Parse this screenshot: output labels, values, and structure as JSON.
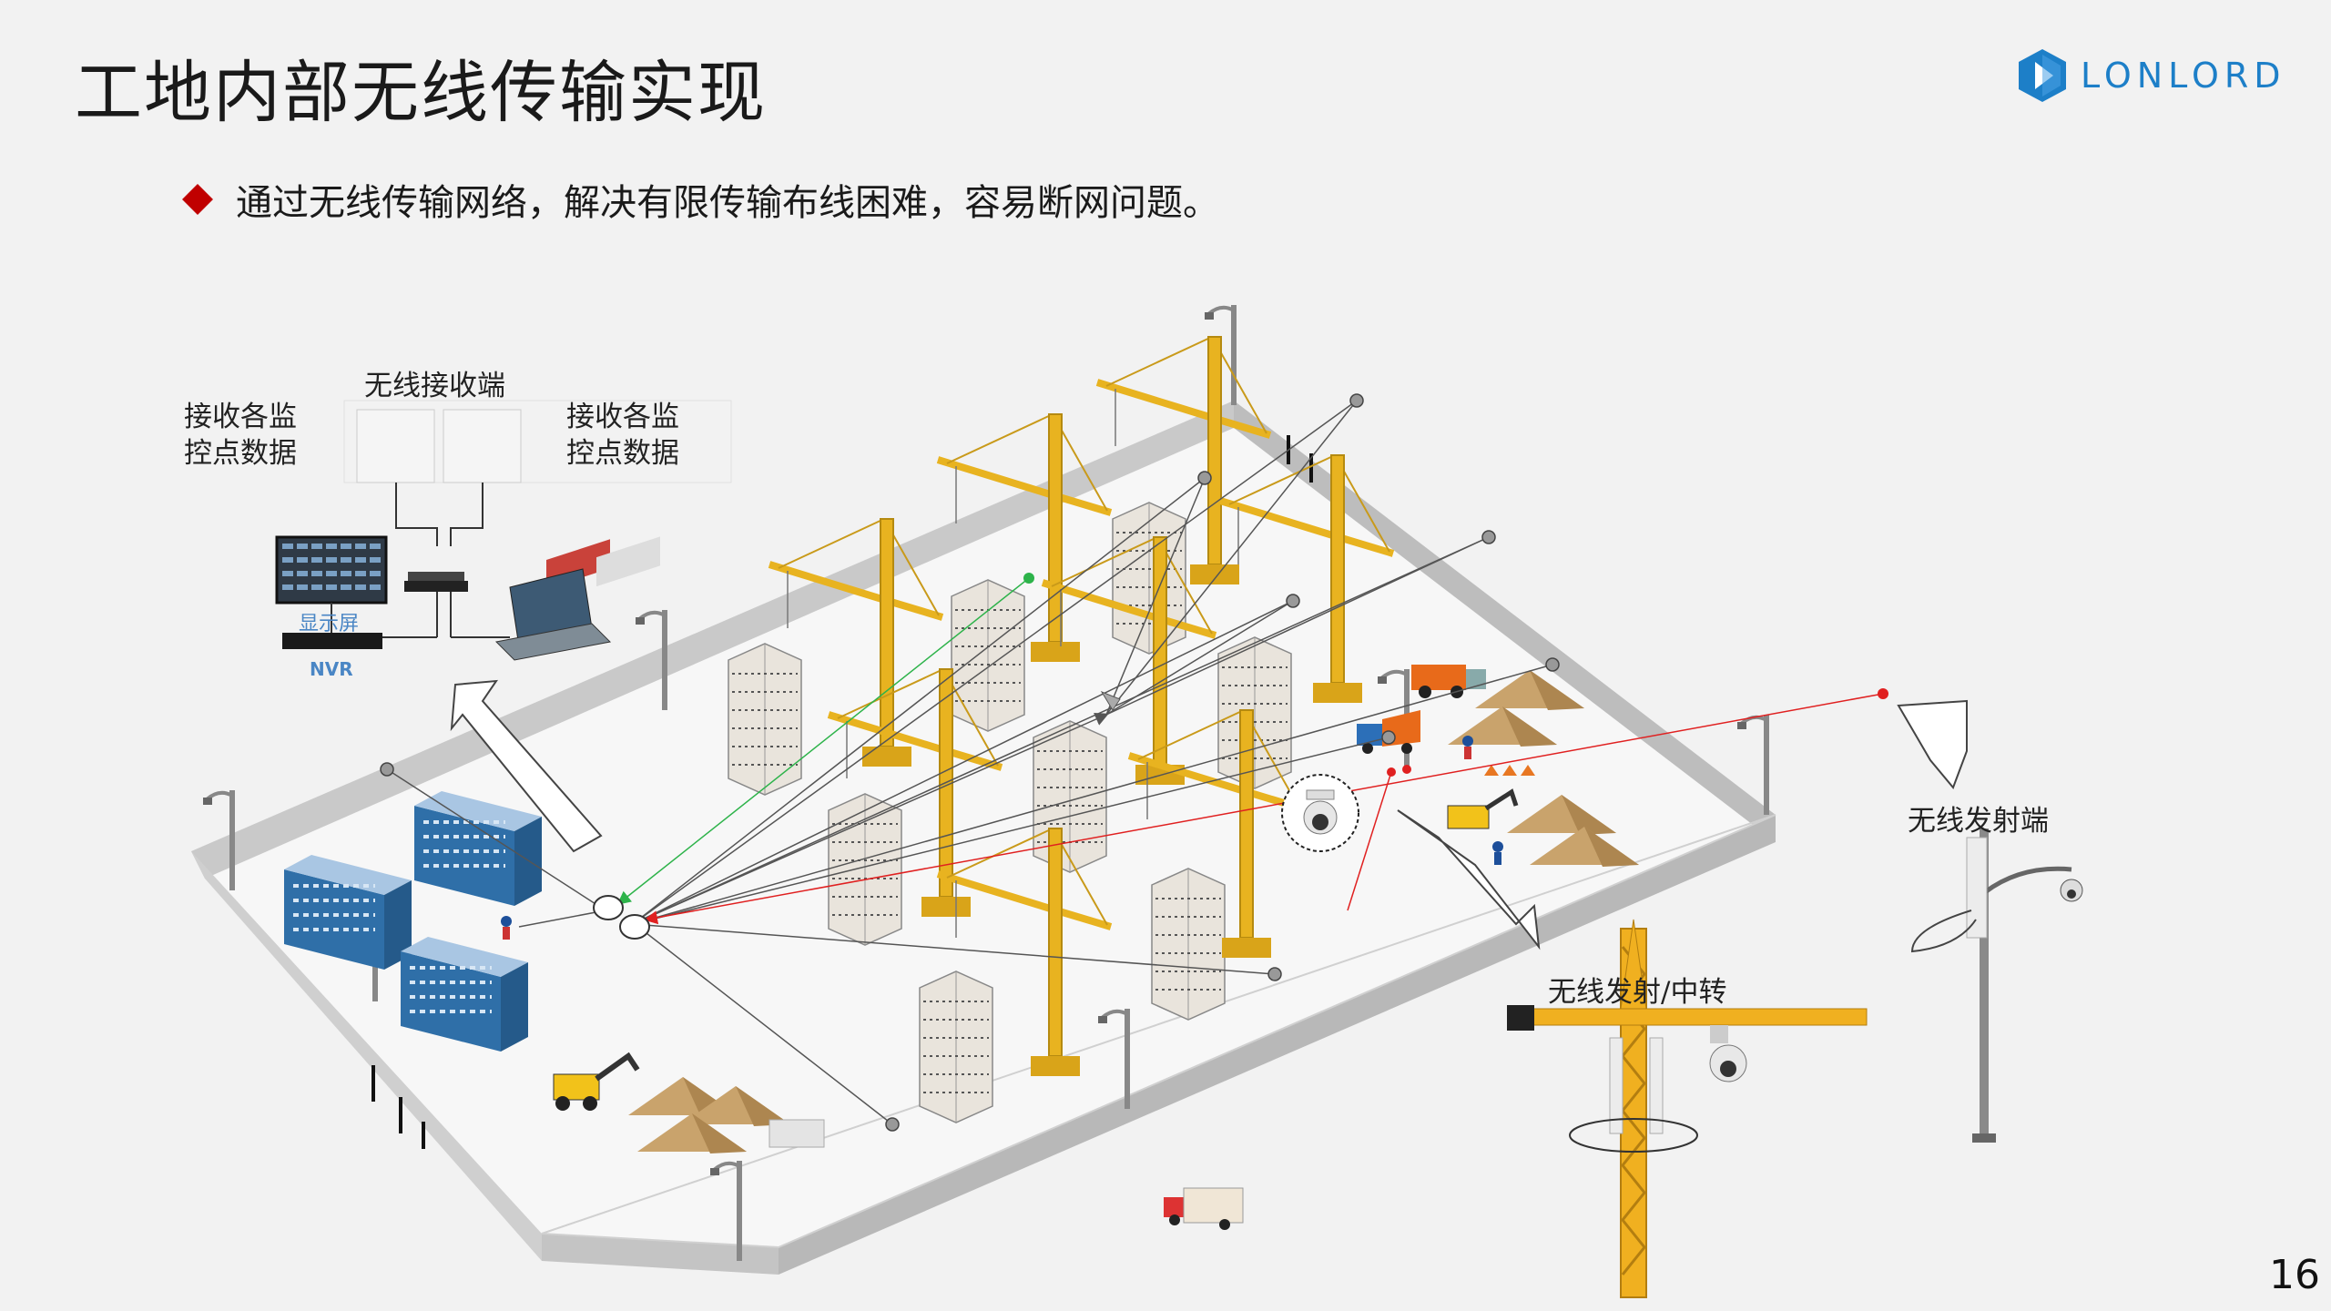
{
  "title": "工地内部无线传输实现",
  "logo": {
    "text": "LONLORD",
    "color": "#1d7fc8"
  },
  "bullet": {
    "text": "通过无线传输网络，解决有限传输布线困难，容易断网问题。",
    "color": "#c00000"
  },
  "labels": {
    "wireless_receiver": "无线接收端",
    "receive_left_line1": "接收各监",
    "receive_left_line2": "控点数据",
    "receive_right_line1": "接收各监",
    "receive_right_line2": "控点数据",
    "display": "显示屏",
    "nvr": "NVR",
    "wireless_transmitter": "无线发射端",
    "transmit_relay": "无线发射/中转"
  },
  "page_number": "16",
  "colors": {
    "crane": "#e8b320",
    "building_blue": "#2f6fa8",
    "wall": "#c9c9c9",
    "ground": "#f7f7f7",
    "red_link": "#e02020",
    "green_link": "#2db34a",
    "gray_link": "#555555"
  }
}
